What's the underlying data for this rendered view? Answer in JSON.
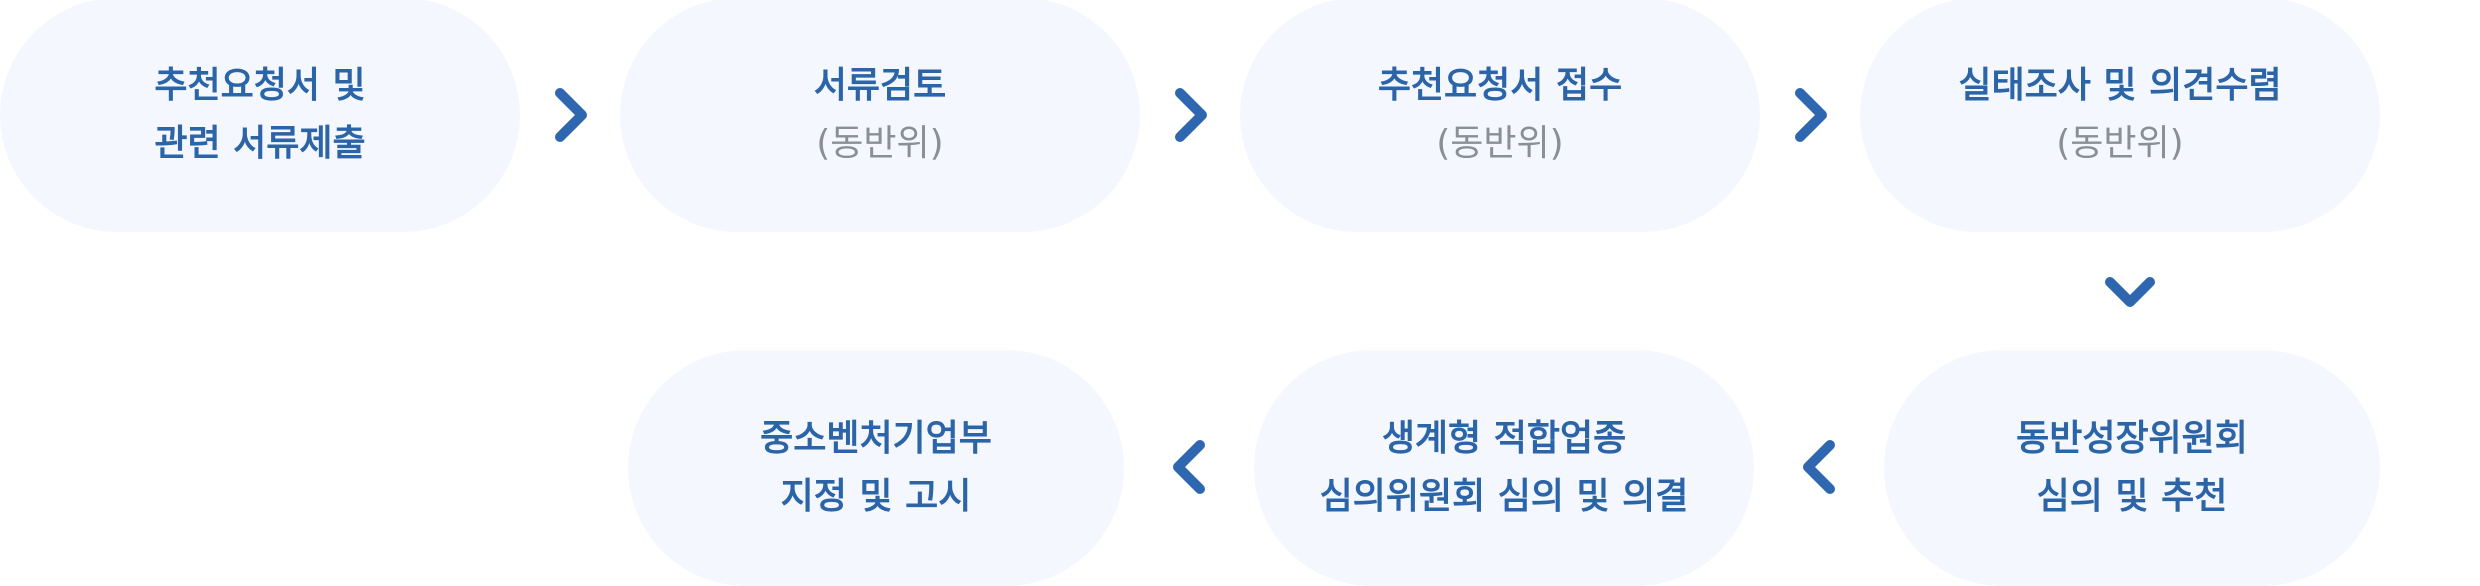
{
  "flow": {
    "steps": [
      {
        "lines": [
          "추천요청서 및",
          "관련 서류제출"
        ],
        "sub": ""
      },
      {
        "lines": [
          "서류검토"
        ],
        "sub": "(동반위)"
      },
      {
        "lines": [
          "추천요청서 접수"
        ],
        "sub": "(동반위)"
      },
      {
        "lines": [
          "실태조사 및 의견수렴"
        ],
        "sub": "(동반위)"
      },
      {
        "lines": [
          "동반성장위원회",
          "심의 및 추천"
        ],
        "sub": ""
      },
      {
        "lines": [
          "생계형 적합업종",
          "심의위원회 심의 및 의결"
        ],
        "sub": ""
      },
      {
        "lines": [
          "중소벤처기업부",
          "지정 및 고시"
        ],
        "sub": ""
      }
    ],
    "colors": {
      "pill_background": "#f4f8fe",
      "title_text": "#2c64a8",
      "sub_text": "#8a8f96",
      "arrow": "#2f66b0"
    },
    "icons": [
      "chevron-right-icon",
      "chevron-down-icon",
      "chevron-left-icon"
    ]
  }
}
